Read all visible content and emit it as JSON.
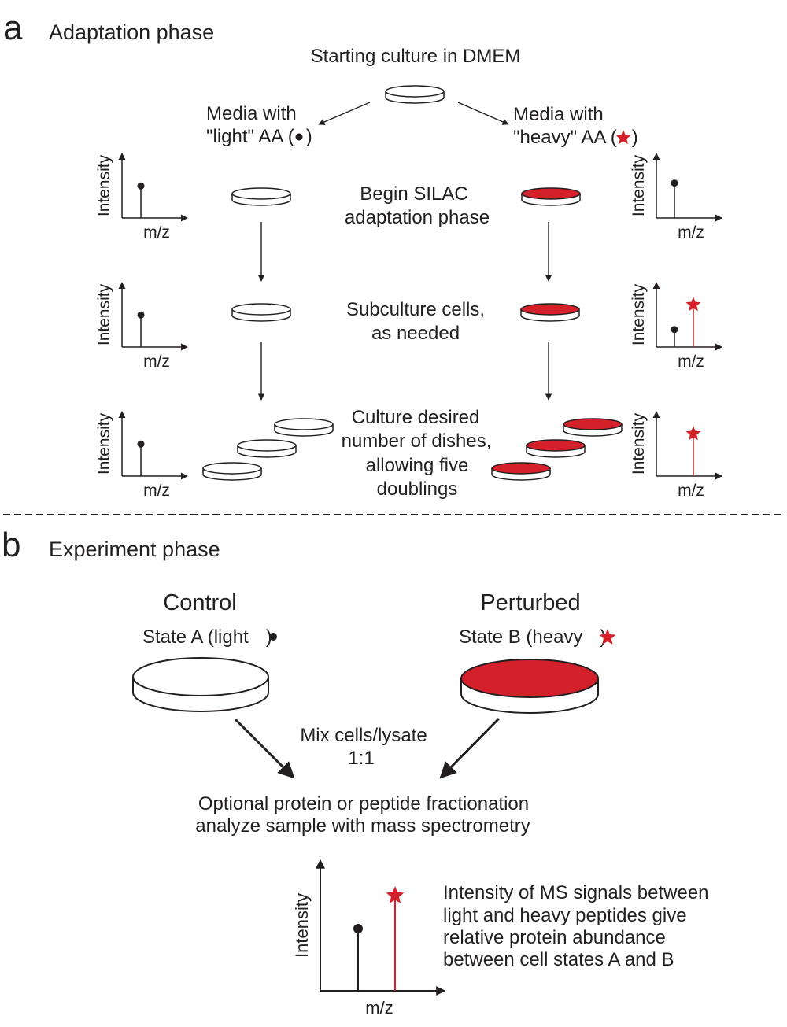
{
  "colors": {
    "heavy_red": "#d4202a",
    "ink": "#231f20",
    "dish_fill": "#ffffff"
  },
  "panel_a": {
    "letter": "a",
    "title": "Adaptation phase",
    "starting_culture": "Starting culture in DMEM",
    "light_media": {
      "line1": "Media with",
      "line2_prefix": "\"light\" AA (",
      "line2_suffix": ")"
    },
    "heavy_media": {
      "line1": "Media with",
      "line2_prefix": "\"heavy\" AA (",
      "line2_suffix": ")"
    },
    "steps": [
      {
        "line1": "Begin SILAC",
        "line2": "adaptation phase"
      },
      {
        "line1": "Subculture cells,",
        "line2": "as needed"
      },
      {
        "line1": "Culture desired",
        "line2": "number of dishes,",
        "line3": "allowing five",
        "line4": "doublings"
      }
    ],
    "plot_ylabel": "Intensity",
    "plot_xlabel": "m/z",
    "light_plots": [
      {
        "light_intensity": 0.55
      },
      {
        "light_intensity": 0.55
      },
      {
        "light_intensity": 0.55
      }
    ],
    "heavy_plots": [
      {
        "light_intensity": 0.6,
        "heavy_intensity": 0
      },
      {
        "light_intensity": 0.3,
        "heavy_intensity": 0.7
      },
      {
        "light_intensity": 0,
        "heavy_intensity": 0.7
      }
    ]
  },
  "panel_b": {
    "letter": "b",
    "title": "Experiment phase",
    "control": {
      "title": "Control",
      "state_prefix": "State A (light",
      "state_suffix": ")"
    },
    "perturbed": {
      "title": "Perturbed",
      "state_prefix": "State B (heavy",
      "state_suffix": ")"
    },
    "mix": {
      "line1": "Mix cells/lysate",
      "line2": "1:1"
    },
    "analysis": {
      "line1": "Optional protein or peptide fractionation",
      "line2": "analyze sample with mass spectrometry"
    },
    "result_plot": {
      "ylabel": "Intensity",
      "xlabel": "m/z",
      "light_intensity": 0.5,
      "heavy_intensity": 0.75
    },
    "conclusion": {
      "line1": "Intensity of MS signals between",
      "line2": "light and heavy peptides give",
      "line3": "relative protein abundance",
      "line4": "between cell states A and B"
    }
  }
}
